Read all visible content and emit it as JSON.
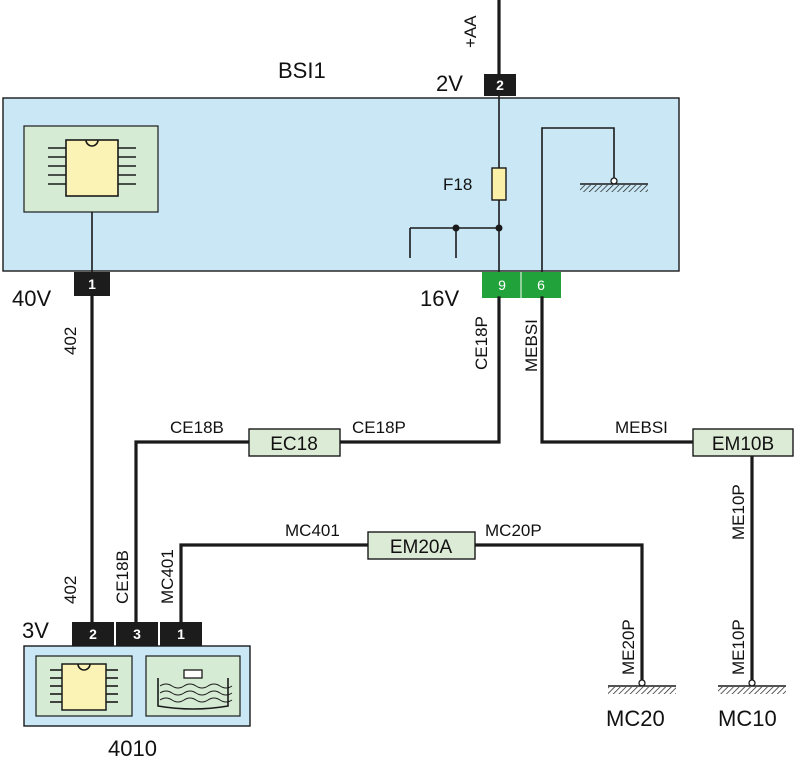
{
  "colors": {
    "module_fill": "#c9e7f4",
    "inner_box_fill": "#d5ebd3",
    "chip_fill": "#fbf3b5",
    "fuse_fill": "#fbf0a8",
    "connector_fill": "#dcebd5",
    "pin_black": "#1c1c1c",
    "pin_green": "#22a23a",
    "wire": "#1a1a1a"
  },
  "bsi": {
    "name": "BSI1",
    "supply_label": "+AA",
    "voltage_top": "2V",
    "pin_top": "2",
    "fuse": "F18",
    "voltage_left": "40V",
    "pin_left": "1",
    "voltage_right": "16V",
    "pin_9": "9",
    "pin_6": "6",
    "icons": [
      "chip-icon",
      "ground-icon",
      "fuse-icon"
    ]
  },
  "wires": {
    "w402_upper": "402",
    "w402_lower": "402",
    "ce18p_vertical": "CE18P",
    "mebsi_vertical": "MEBSI",
    "ce18b_top": "CE18B",
    "ce18p_top": "CE18P",
    "mebsi_right": "MEBSI",
    "me10p_upper": "ME10P",
    "me10p_lower": "ME10P",
    "mc401_top": "MC401",
    "mc20p_top": "MC20P",
    "ce18b_vertical": "CE18B",
    "mc401_vertical": "MC401",
    "me20p_vertical": "ME20P"
  },
  "connectors": {
    "ec18": "EC18",
    "em10b": "EM10B",
    "em20a": "EM20A"
  },
  "component_4010": {
    "name": "4010",
    "voltage": "3V",
    "pins": [
      "2",
      "3",
      "1"
    ],
    "icons": [
      "chip-icon",
      "tank-sensor-icon"
    ]
  },
  "grounds": {
    "mc20": "MC20",
    "mc10": "MC10"
  }
}
